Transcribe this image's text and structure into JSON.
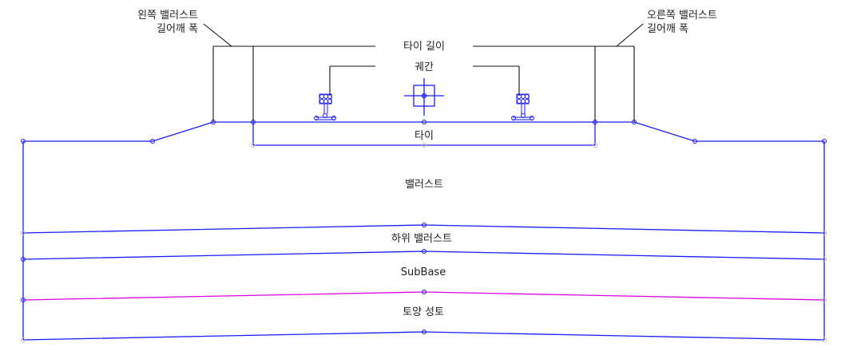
{
  "labels": {
    "left_shoulder_line1": "왼쪽 밸러스트",
    "left_shoulder_line2": "길어깨 폭",
    "right_shoulder_line1": "오른쪽 밸러스트",
    "right_shoulder_line2": "길어깨 폭",
    "tie_length": "타이 길이",
    "gauge": "궤간",
    "tie": "타이",
    "ballast": "밸러스트",
    "sub_ballast": "하위 밸러스트",
    "subbase": "SubBase",
    "subgrade": "토양 성토"
  },
  "colors": {
    "structure": "#1a1aff",
    "subbase_boundary": "#e000e0",
    "dimension": "#111111"
  }
}
